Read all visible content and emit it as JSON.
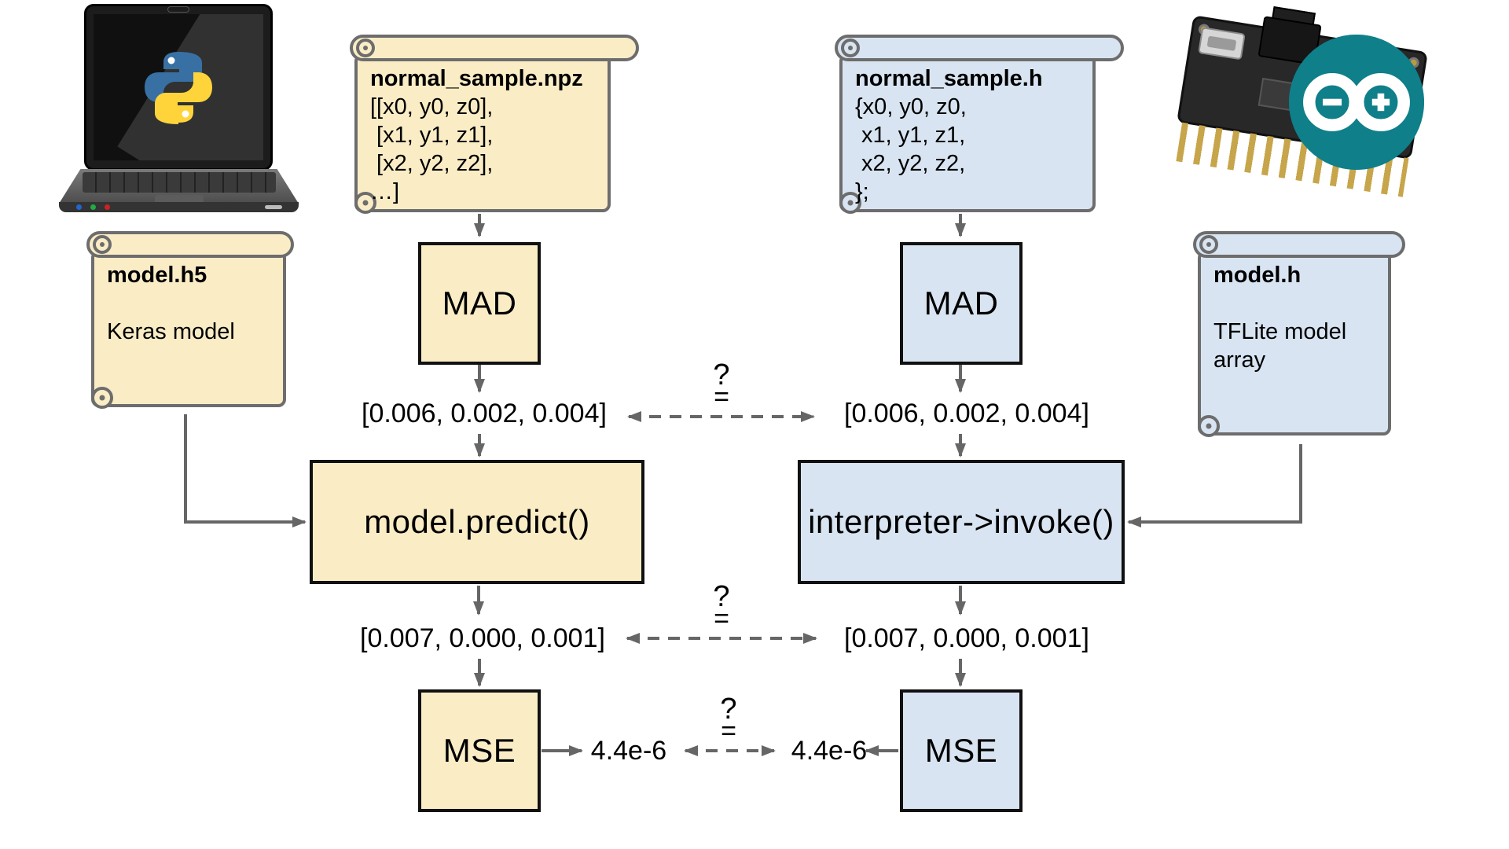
{
  "diagram": {
    "illustrations": {
      "left": "python-laptop",
      "right": "arduino-feather-board"
    },
    "scrolls": {
      "npz": {
        "title": "normal_sample.npz",
        "lines": [
          "[[x0, y0, z0],",
          " [x1, y1, z1],",
          " [x2, y2, z2],",
          "…]"
        ]
      },
      "nsh": {
        "title": "normal_sample.h",
        "lines": [
          "{x0, y0, z0,",
          " x1, y1, z1,",
          " x2, y2, z2,",
          "};"
        ]
      },
      "h5": {
        "title": "model.h5",
        "lines": [
          "",
          "Keras model"
        ]
      },
      "mh": {
        "title": "model.h",
        "lines": [
          "",
          "TFLite model",
          "array"
        ]
      }
    },
    "boxes": {
      "mad_l": "MAD",
      "mad_r": "MAD",
      "predict": "model.predict()",
      "invoke": "interpreter->invoke()",
      "mse_l": "MSE",
      "mse_r": "MSE"
    },
    "values": {
      "v1l": "[0.006, 0.002, 0.004]",
      "v1r": "[0.006, 0.002, 0.004]",
      "v2l": "[0.007, 0.000, 0.001]",
      "v2r": "[0.007, 0.000, 0.001]",
      "v3l": "4.4e-6",
      "v3r": "4.4e-6"
    },
    "cmp": {
      "q": "?",
      "e": "="
    },
    "colors": {
      "python_side_fill": "#FAEDC6",
      "arduino_side_fill": "#D8E4F1",
      "arrow": "#666666",
      "scroll_border": "#6d6d6d",
      "box_border": "#111111",
      "python_blue": "#3870A4",
      "python_yellow": "#FFD43B",
      "arduino_teal": "#0F7F8A"
    }
  }
}
